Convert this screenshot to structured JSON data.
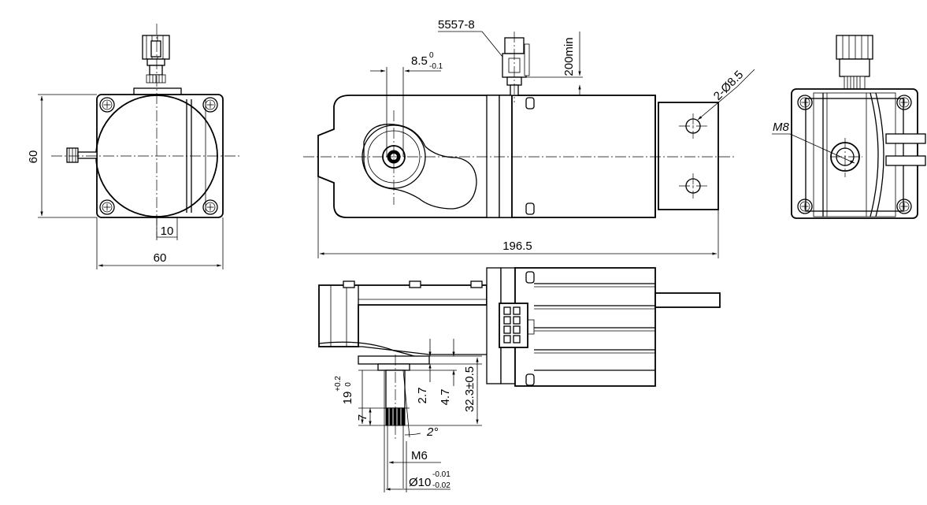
{
  "drawing": {
    "front_view": {
      "height_dim": "60",
      "width_dim": "60",
      "offset_dim": "10"
    },
    "side_view": {
      "connector_label": "5557-8",
      "lead_length": "200min",
      "key_tol": "8.5",
      "key_tol_upper": "0",
      "key_tol_lower": "-0.1",
      "hole_label": "2-Ø8.5",
      "overall_length": "196.5"
    },
    "end_view": {
      "thread_label": "M8"
    },
    "bottom_view": {
      "shaft_length": "19",
      "shaft_length_upper": "+0.2",
      "shaft_length_lower": "0",
      "dim_7": "7",
      "dim_2_7": "2.7",
      "dim_4_7": "4.7",
      "dim_32_3": "32.3±0.5",
      "angle": "2°",
      "thread": "M6",
      "shaft_dia": "Ø10",
      "shaft_dia_upper": "-0.01",
      "shaft_dia_lower": "-0.02"
    }
  }
}
